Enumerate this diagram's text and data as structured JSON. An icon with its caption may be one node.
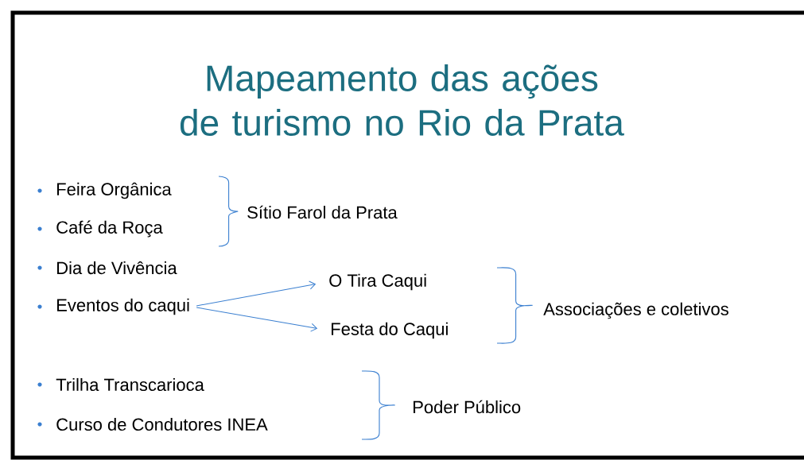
{
  "diagram": {
    "title": "Mapeamento das ações de turismo no Rio da Prata",
    "nodes": [
      {
        "text": [
          "Eventos do caqui"
        ]
      },
      {
        "text": [
          "O Tira Caqui"
        ]
      },
      {
        "text": [
          "Festa do Caqui"
        ]
      }
    ],
    "edges": [
      {
        "from": 0,
        "to": 1,
        "arrow": "to"
      },
      {
        "from": 0,
        "to": 2,
        "arrow": "to"
      }
    ],
    "labels": [
      "Feira Orgânica",
      "Sítio Farol da Prata",
      "Café da Roça",
      "Dia de Vivência",
      "Associações e coletivos",
      "Trilha Transcarioca",
      "Poder Público",
      "Curso de Condutores INEA"
    ]
  }
}
